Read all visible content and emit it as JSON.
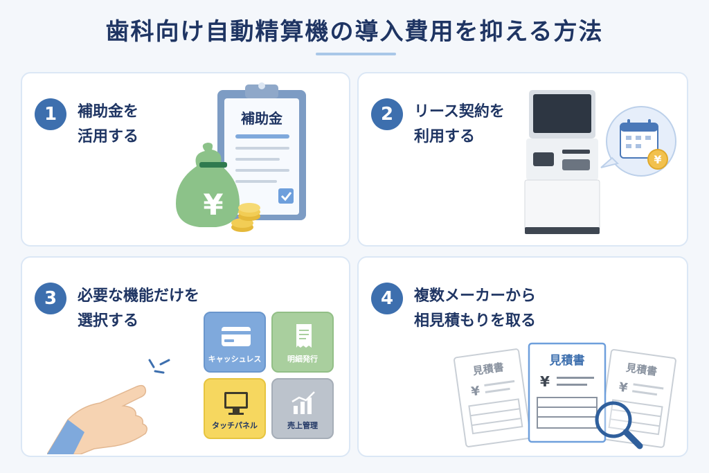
{
  "title": "歯科向け自動精算機の導入費用を抑える方法",
  "colors": {
    "accent": "#3d6fae",
    "title": "#1f3563",
    "card_border": "#dbe7f5"
  },
  "cards": [
    {
      "number": "1",
      "heading_lines": [
        "補助金を",
        "活用する"
      ],
      "illustration": {
        "document_label": "補助金",
        "icons": [
          "money-bag-icon",
          "coins-icon",
          "clipboard-icon",
          "checkbox-icon"
        ],
        "bag_symbol": "¥"
      }
    },
    {
      "number": "2",
      "heading_lines": [
        "リース契約を",
        "利用する"
      ],
      "illustration": {
        "icons": [
          "payment-kiosk-icon",
          "calendar-icon",
          "yen-coin-icon"
        ],
        "coin_symbol": "¥"
      }
    },
    {
      "number": "3",
      "heading_lines": [
        "必要な機能だけを",
        "選択する"
      ],
      "features": [
        {
          "label": "キャッシュレス",
          "icon": "credit-card-icon",
          "color": "#7fa9dc"
        },
        {
          "label": "明細発行",
          "icon": "receipt-icon",
          "color": "#a9cf9e"
        },
        {
          "label": "タッチパネル",
          "icon": "monitor-icon",
          "color": "#f6d75f"
        },
        {
          "label": "売上管理",
          "icon": "bar-chart-icon",
          "color": "#bcc3cc"
        }
      ],
      "illustration": {
        "icons": [
          "pointing-hand-icon"
        ]
      }
    },
    {
      "number": "4",
      "heading_lines": [
        "複数メーカーから",
        "相見積もりを取る"
      ],
      "quotes": [
        {
          "label": "見積書",
          "symbol": "¥"
        },
        {
          "label": "見積書",
          "symbol": "¥"
        },
        {
          "label": "見積書",
          "symbol": "¥"
        }
      ],
      "illustration": {
        "icons": [
          "magnifier-icon"
        ]
      }
    }
  ]
}
